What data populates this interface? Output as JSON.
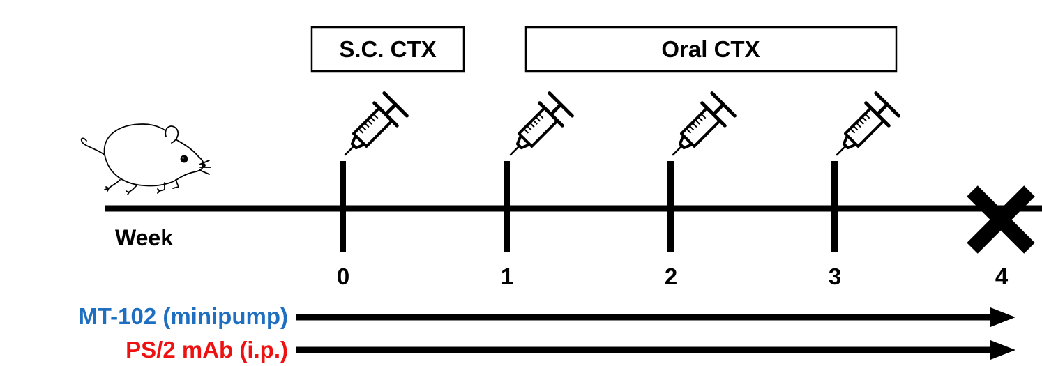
{
  "labels": {
    "sc_ctx": "S.C. CTX",
    "oral_ctx": "Oral CTX",
    "week": "Week"
  },
  "weeks": [
    "0",
    "1",
    "2",
    "3",
    "4"
  ],
  "treatments": [
    {
      "label": "MT-102 (minipump)",
      "color": "#1f6fc1"
    },
    {
      "label": "PS/2 mAb (i.p.)",
      "color": "#ee1111"
    }
  ],
  "icons": {
    "animal": "mouse-icon",
    "injection": "syringe-icon",
    "endpoint": "x-mark-icon"
  }
}
